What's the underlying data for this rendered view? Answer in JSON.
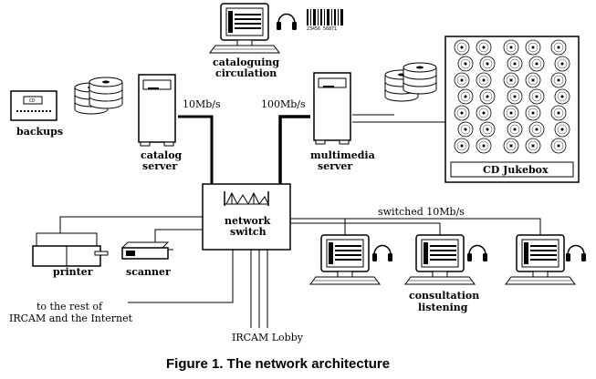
{
  "labels": {
    "cataloguing": "cataloguing",
    "circulation": "circulation",
    "barcode_number": "23456 56871",
    "backups": "backups",
    "catalog_server_1": "catalog",
    "catalog_server_2": "server",
    "speed_catalog": "10Mb/s",
    "speed_multimedia": "100Mb/s",
    "multimedia_server_1": "multimedia",
    "multimedia_server_2": "server",
    "jukebox": "CD Jukebox",
    "switch_1": "network",
    "switch_2": "switch",
    "switched_speed": "switched 10Mb/s",
    "printer": "printer",
    "scanner": "scanner",
    "rest_1": "to the rest of",
    "rest_2": "IRCAM and the Internet",
    "lobby": "IRCAM Lobby",
    "consultation": "consultation",
    "listening": "listening",
    "tape_label": "CD"
  },
  "caption": "Figure 1. The network architecture"
}
